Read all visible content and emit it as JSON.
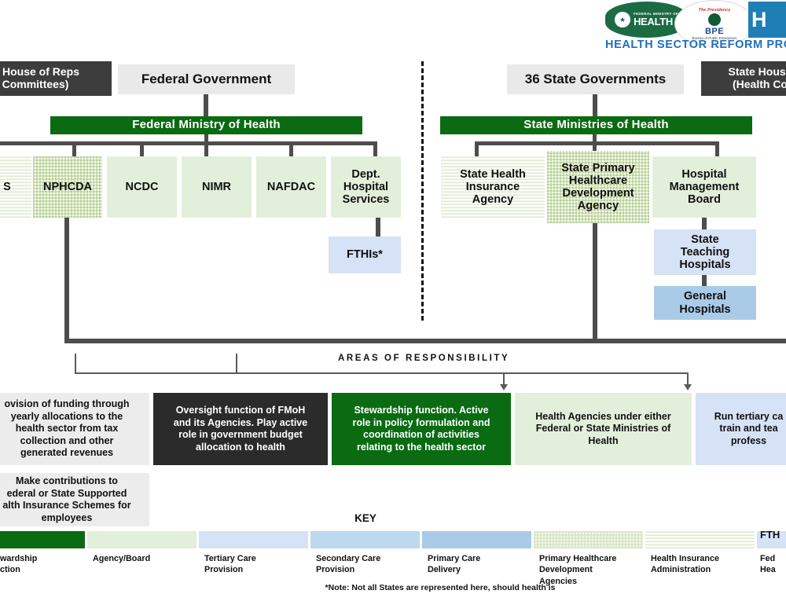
{
  "header": {
    "logo_ministry_small": "FEDERAL MINISTRY OF",
    "logo_ministry": "HEALTH",
    "logo_bpe_top": "The Presidency",
    "logo_bpe": "BPE",
    "logo_bpe_bottom": "Bureau of Public Enterprises",
    "logo_h": "H",
    "program_title": "HEALTH SECTOR REFORM PRO"
  },
  "federal": {
    "legislature": "& House of Reps\n Committees)",
    "government": "Federal Government",
    "ministry": "Federal Ministry of Health",
    "agencies": [
      {
        "label": "S",
        "style": "stripe"
      },
      {
        "label": "NPHCDA",
        "style": "dot"
      },
      {
        "label": "NCDC",
        "style": "plain"
      },
      {
        "label": "NIMR",
        "style": "plain"
      },
      {
        "label": "NAFDAC",
        "style": "plain"
      },
      {
        "label": "Dept.\nHospital\nServices",
        "style": "plain"
      }
    ],
    "fthis": "FTHIs*"
  },
  "state": {
    "legislature": "State House\n(Health Co",
    "government": "36 State Governments",
    "ministry": "State Ministries of Health",
    "agencies": [
      {
        "label": "State Health\nInsurance\nAgency",
        "style": "stripe"
      },
      {
        "label": "State Primary\nHealthcare\nDevelopment\nAgency",
        "style": "dot"
      },
      {
        "label": "Hospital\nManagement\nBoard",
        "style": "plain"
      }
    ],
    "teaching_hospitals": "State\nTeaching\nHospitals",
    "general_hospitals": "General\nHospitals"
  },
  "areas_of_responsibility": {
    "label": "AREAS OF RESPONSIBILITY",
    "boxes": [
      {
        "text": "ovision of funding through\nyearly allocations to the\nhealth sector from tax\ncollection and other\ngenerated  revenues",
        "style": "grey"
      },
      {
        "text": "Make contributions to\nederal or State Supported\nalth Insurance Schemes for\nemployees",
        "style": "grey"
      },
      {
        "text": "Oversight function of FMoH\nand its Agencies. Play active\nrole in government budget\nallocation to health",
        "style": "dark"
      },
      {
        "text": "Stewardship function. Active\nrole in policy formulation and\ncoordination of activities\nrelating to the health sector",
        "style": "green"
      },
      {
        "text": "Health Agencies under either\nFederal or State Ministries of\nHealth",
        "style": "lgreen"
      },
      {
        "text": "Run tertiary ca\ntrain and tea\nprofess",
        "style": "blue"
      }
    ]
  },
  "key": {
    "title": "KEY",
    "items": [
      {
        "label": "wardship\nction",
        "color": "#0a6b12",
        "style": "solid"
      },
      {
        "label": "Agency/Board",
        "color": "#e2efda",
        "style": "solid"
      },
      {
        "label": "Tertiary Care\nProvision",
        "color": "#d6e2f5",
        "style": "solid"
      },
      {
        "label": "Secondary Care\nProvision",
        "color": "#bcd9ef",
        "style": "solid"
      },
      {
        "label": "Primary Care\nDelivery",
        "color": "#a9cbe8",
        "style": "solid"
      },
      {
        "label": "Primary Healthcare\nDevelopment\nAgencies",
        "color": "#f7faf2",
        "style": "dot"
      },
      {
        "label": "Health Insurance\nAdministration",
        "color": "#fbfdf8",
        "style": "stripe"
      },
      {
        "label": "FTH",
        "color": "#d6e2f5",
        "style": "solid"
      },
      {
        "label": "Fed\nHea",
        "color": "#ffffff",
        "style": "none"
      }
    ]
  },
  "note": "*Note: Not all States are represented here, should health is"
}
